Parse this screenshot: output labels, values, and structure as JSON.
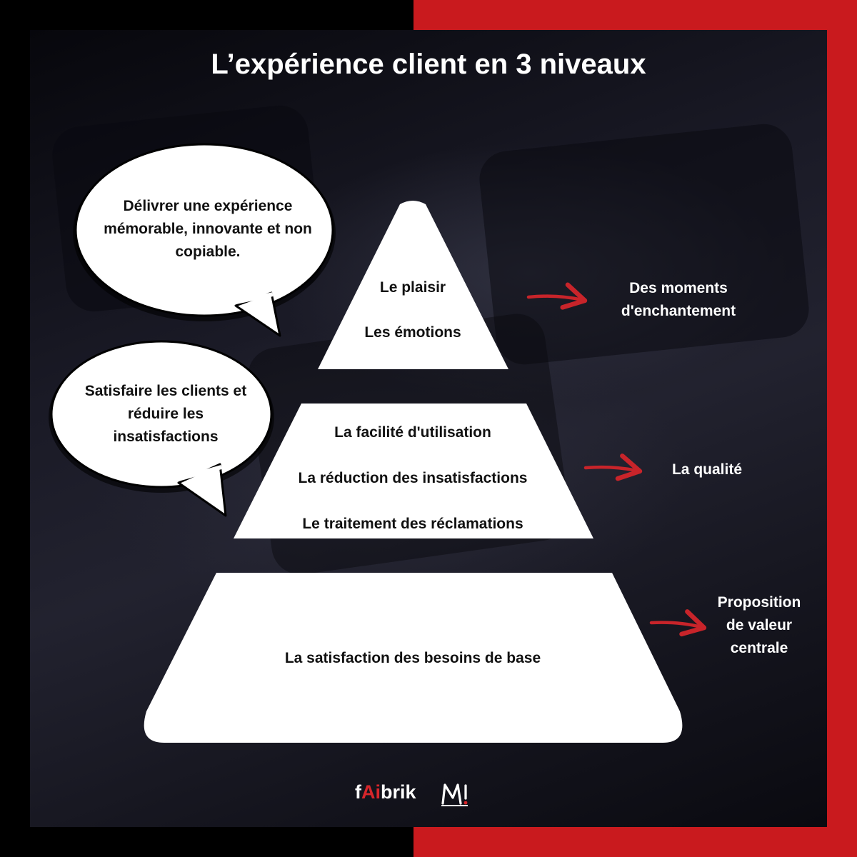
{
  "title": "L’expérience client en 3 niveaux",
  "levels": [
    {
      "items": [
        "Le plaisir",
        "Les émotions"
      ],
      "outcome": [
        "Des moments",
        "d'enchantement"
      ],
      "bubble": [
        "Délivrer une expérience",
        "mémorable, innovante et non",
        "copiable."
      ]
    },
    {
      "items": [
        "La facilité d'utilisation",
        "La réduction des insatisfactions",
        "Le traitement des réclamations"
      ],
      "outcome": [
        "La qualité"
      ],
      "bubble": [
        "Satisfaire les clients et",
        "réduire les",
        "insatisfactions"
      ]
    },
    {
      "items": [
        "La satisfaction des besoins de base"
      ],
      "outcome": [
        "Proposition",
        "de valeur",
        "centrale"
      ]
    }
  ],
  "brand": {
    "name_prefix": "f",
    "name_accent": "Ai",
    "name_suffix": "brik",
    "logo_icon": "mi-monogram-icon"
  },
  "colors": {
    "accent": "#c91a1e",
    "arrow": "#c8242a",
    "shape_fill": "#ffffff"
  }
}
